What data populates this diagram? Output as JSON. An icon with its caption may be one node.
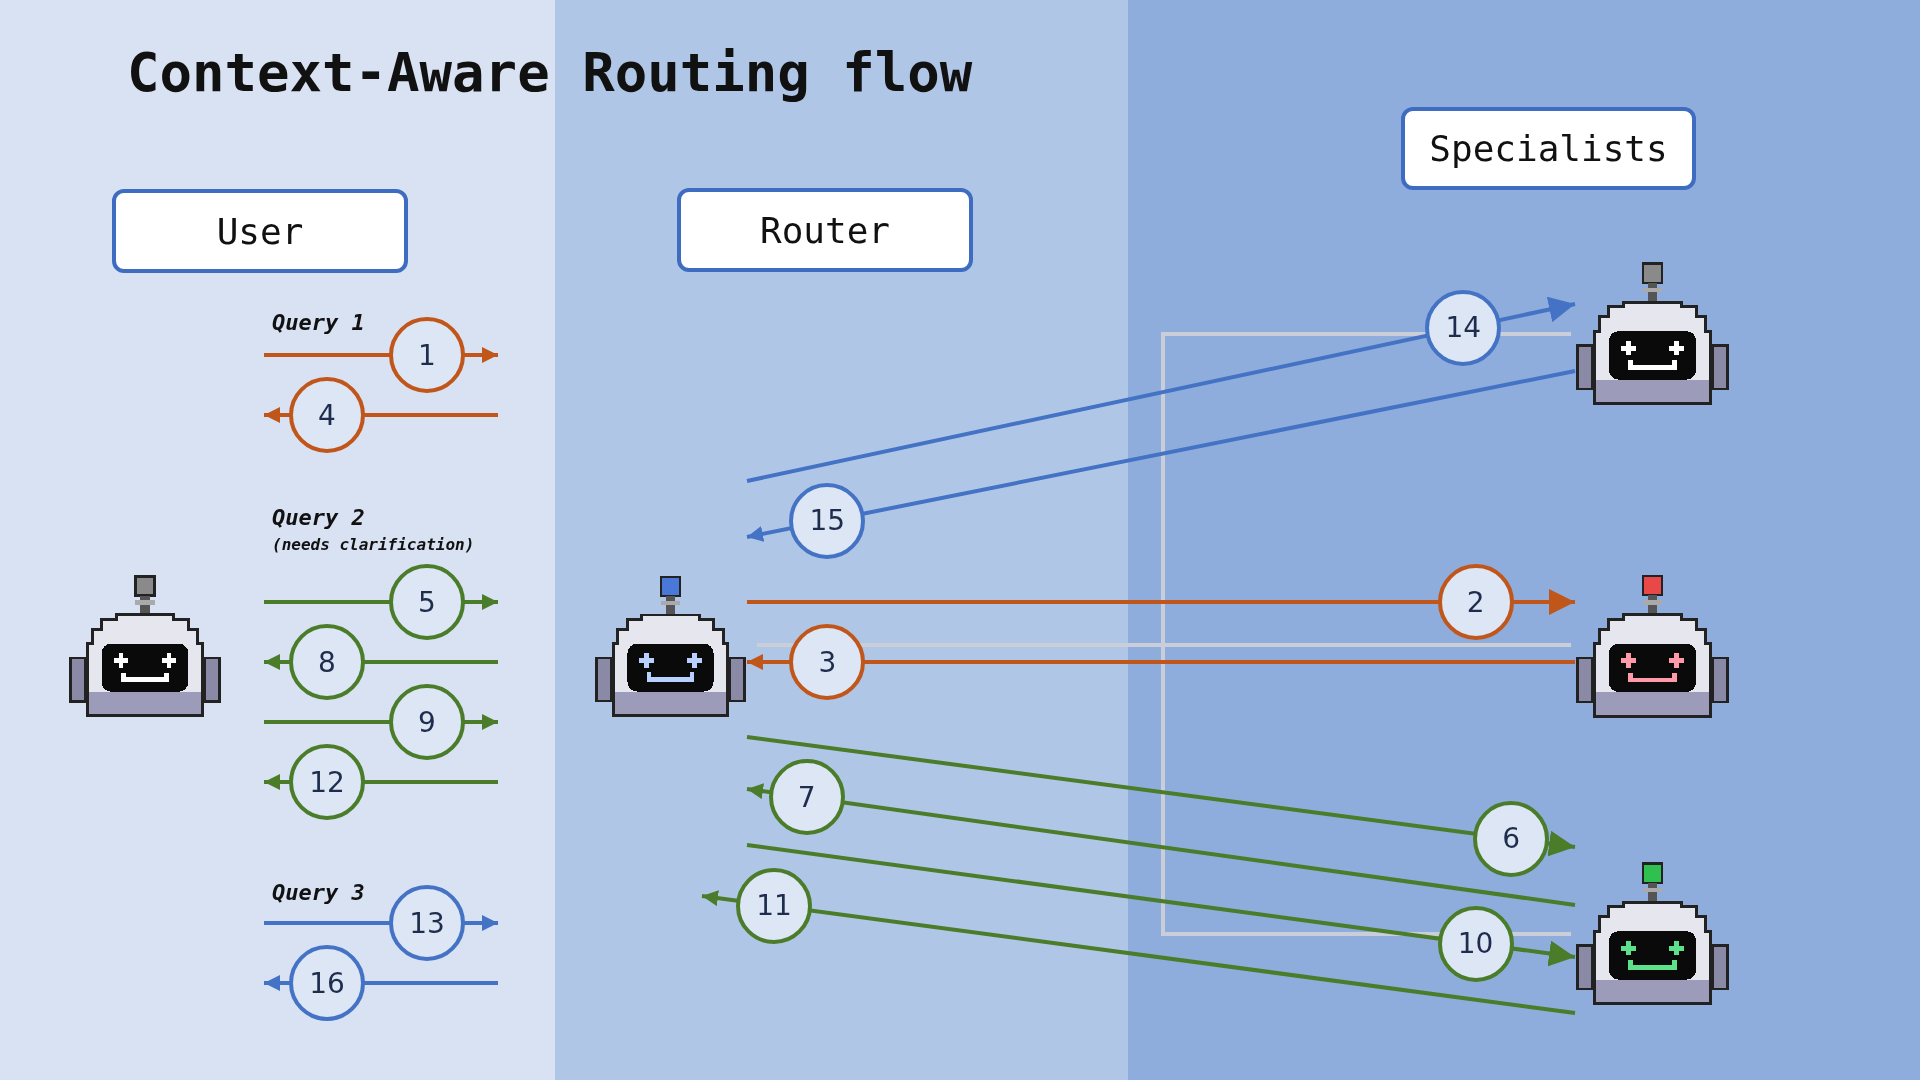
{
  "diagram": {
    "title": "Context-Aware Routing flow",
    "nodes": [
      {
        "text": [
          "User"
        ]
      },
      {
        "text": [
          "Router"
        ]
      },
      {
        "text": [
          "Specialists"
        ]
      },
      {
        "text": [],
        "shape": "picture"
      },
      {
        "text": [],
        "shape": "picture"
      },
      {
        "text": [],
        "shape": "picture"
      },
      {
        "text": [],
        "shape": "picture"
      },
      {
        "text": [],
        "shape": "picture"
      }
    ],
    "edges": [
      {
        "from": 4,
        "to": 6,
        "arrow": "to",
        "label": "2",
        "color": "#c0561a"
      },
      {
        "from": 6,
        "to": 4,
        "arrow": "to",
        "label": "3",
        "color": "#c0561a"
      },
      {
        "from": 4,
        "to": 7,
        "arrow": "to",
        "label": "6"
      },
      {
        "from": 7,
        "to": 4,
        "arrow": "to",
        "label": "7"
      },
      {
        "from": 4,
        "to": 7,
        "arrow": "to",
        "label": "10"
      },
      {
        "from": 7,
        "to": null,
        "arrow": "to",
        "label": "11"
      },
      {
        "from": 4,
        "to": 5,
        "arrow": "to",
        "label": "14",
        "color": "#4472c4"
      },
      {
        "from": 5,
        "to": 4,
        "arrow": "to",
        "label": "15",
        "color": "#4472c4"
      }
    ],
    "labels": [
      "Query 1",
      "1",
      "4",
      "Query 2",
      "(needs clarification)",
      "5",
      "8",
      "9",
      "12",
      "Query 3",
      "13",
      "16"
    ]
  }
}
